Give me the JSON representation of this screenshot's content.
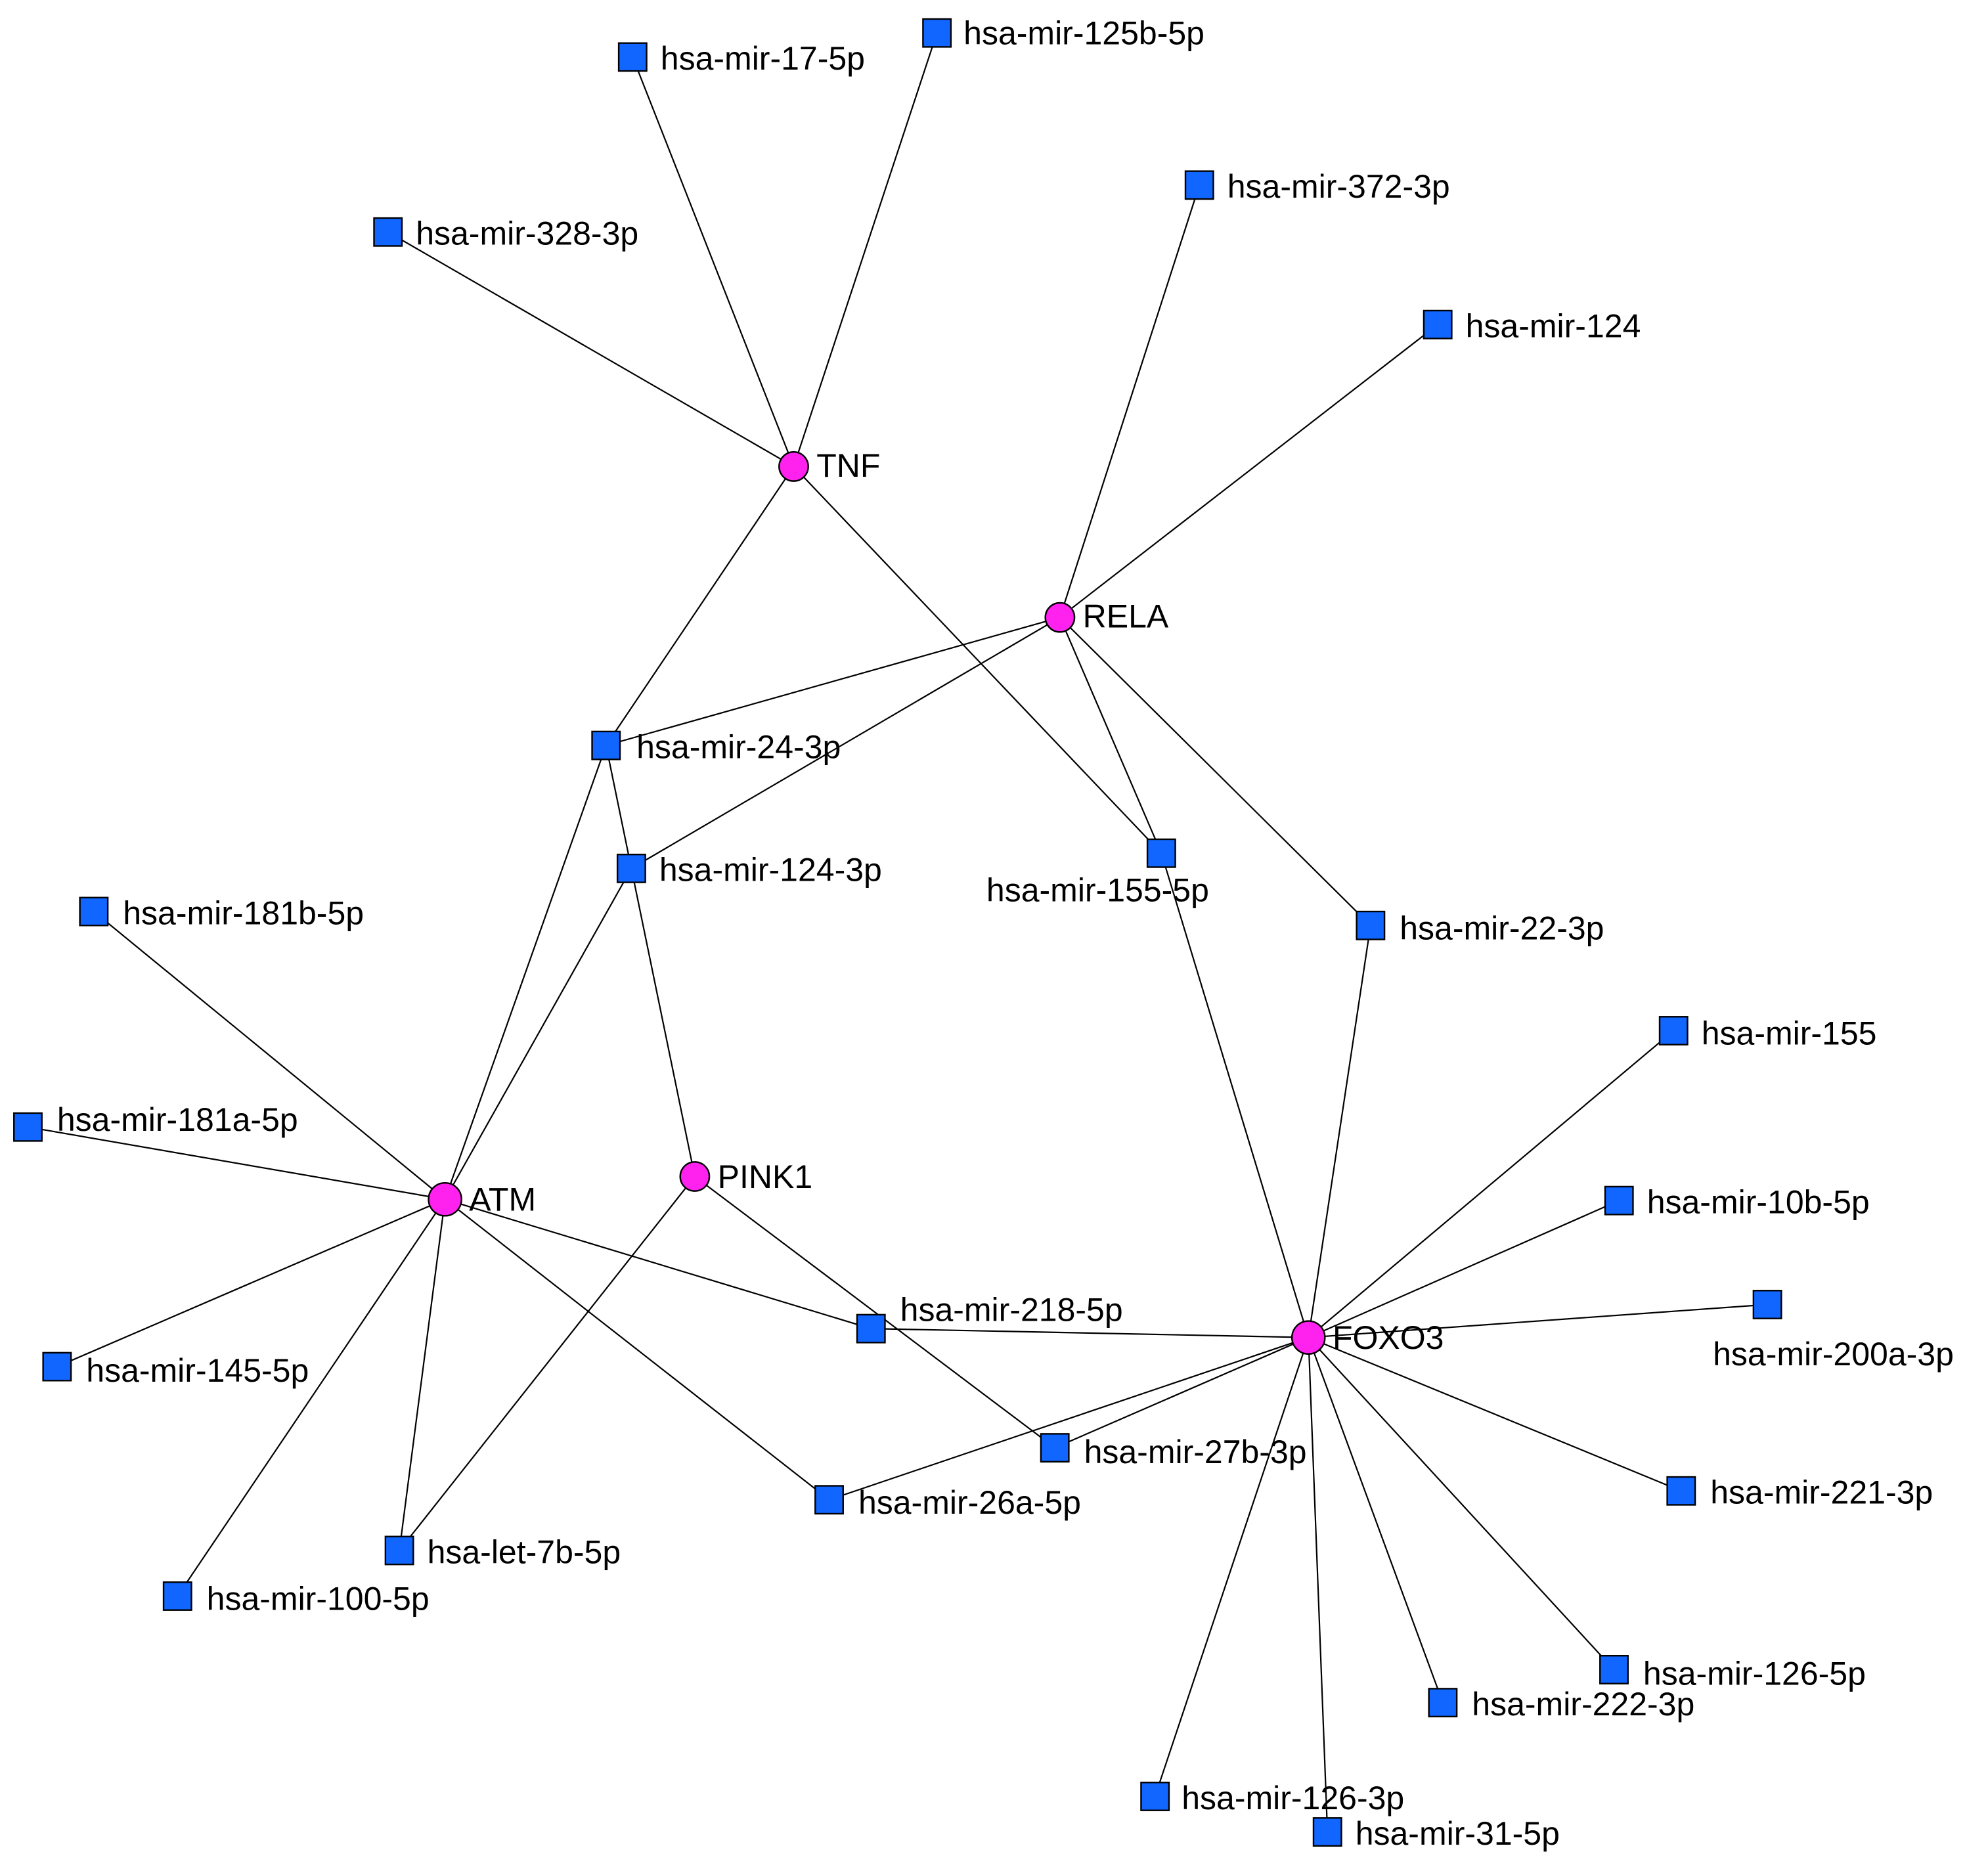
{
  "colors": {
    "gene_node": "#ff22ee",
    "mirna_node": "#1166ff",
    "edge": "#000000",
    "background": "#ffffff"
  },
  "node_shapes": {
    "gene": "circle",
    "mirna": "square"
  },
  "genes": [
    "TNF",
    "RELA",
    "ATM",
    "PINK1",
    "FOXO3"
  ],
  "mirnas": [
    "hsa-mir-17-5p",
    "hsa-mir-125b-5p",
    "hsa-mir-328-3p",
    "hsa-mir-372-3p",
    "hsa-mir-124",
    "hsa-mir-24-3p",
    "hsa-mir-124-3p",
    "hsa-mir-155-5p",
    "hsa-mir-22-3p",
    "hsa-mir-181b-5p",
    "hsa-mir-181a-5p",
    "hsa-mir-145-5p",
    "hsa-let-7b-5p",
    "hsa-mir-100-5p",
    "hsa-mir-218-5p",
    "hsa-mir-27b-3p",
    "hsa-mir-26a-5p",
    "hsa-mir-155",
    "hsa-mir-10b-5p",
    "hsa-mir-200a-3p",
    "hsa-mir-221-3p",
    "hsa-mir-126-5p",
    "hsa-mir-222-3p",
    "hsa-mir-126-3p",
    "hsa-mir-31-5p"
  ],
  "edges": [
    [
      "TNF",
      "hsa-mir-17-5p"
    ],
    [
      "TNF",
      "hsa-mir-125b-5p"
    ],
    [
      "TNF",
      "hsa-mir-328-3p"
    ],
    [
      "TNF",
      "hsa-mir-24-3p"
    ],
    [
      "TNF",
      "hsa-mir-155-5p"
    ],
    [
      "RELA",
      "hsa-mir-372-3p"
    ],
    [
      "RELA",
      "hsa-mir-124"
    ],
    [
      "RELA",
      "hsa-mir-24-3p"
    ],
    [
      "RELA",
      "hsa-mir-124-3p"
    ],
    [
      "RELA",
      "hsa-mir-155-5p"
    ],
    [
      "RELA",
      "hsa-mir-22-3p"
    ],
    [
      "ATM",
      "hsa-mir-24-3p"
    ],
    [
      "ATM",
      "hsa-mir-124-3p"
    ],
    [
      "ATM",
      "hsa-mir-181b-5p"
    ],
    [
      "ATM",
      "hsa-mir-181a-5p"
    ],
    [
      "ATM",
      "hsa-mir-145-5p"
    ],
    [
      "ATM",
      "hsa-mir-100-5p"
    ],
    [
      "ATM",
      "hsa-let-7b-5p"
    ],
    [
      "ATM",
      "hsa-mir-218-5p"
    ],
    [
      "ATM",
      "hsa-mir-26a-5p"
    ],
    [
      "PINK1",
      "hsa-mir-24-3p"
    ],
    [
      "PINK1",
      "hsa-let-7b-5p"
    ],
    [
      "PINK1",
      "hsa-mir-27b-3p"
    ],
    [
      "FOXO3",
      "hsa-mir-155-5p"
    ],
    [
      "FOXO3",
      "hsa-mir-22-3p"
    ],
    [
      "FOXO3",
      "hsa-mir-218-5p"
    ],
    [
      "FOXO3",
      "hsa-mir-27b-3p"
    ],
    [
      "FOXO3",
      "hsa-mir-26a-5p"
    ],
    [
      "FOXO3",
      "hsa-mir-155"
    ],
    [
      "FOXO3",
      "hsa-mir-10b-5p"
    ],
    [
      "FOXO3",
      "hsa-mir-200a-3p"
    ],
    [
      "FOXO3",
      "hsa-mir-221-3p"
    ],
    [
      "FOXO3",
      "hsa-mir-126-5p"
    ],
    [
      "FOXO3",
      "hsa-mir-222-3p"
    ],
    [
      "FOXO3",
      "hsa-mir-126-3p"
    ],
    [
      "FOXO3",
      "hsa-mir-31-5p"
    ]
  ]
}
